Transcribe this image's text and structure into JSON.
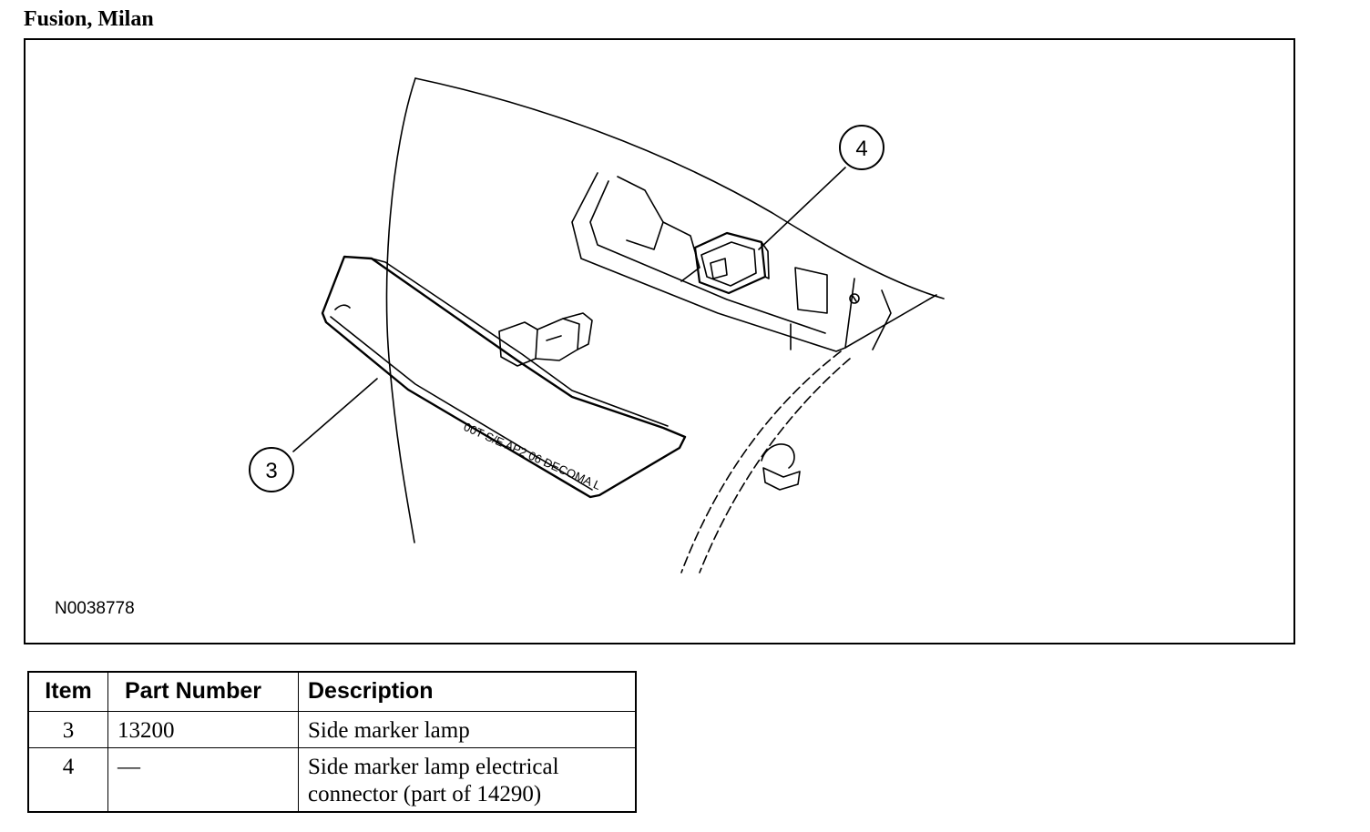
{
  "header": {
    "title": "Fusion, Milan"
  },
  "figure": {
    "reference_code": "N0038778",
    "lamp_lens_marking": "00T S/E AP2 06 DECOMA L",
    "callouts": [
      {
        "number": "3",
        "target": "side-marker-lamp"
      },
      {
        "number": "4",
        "target": "lamp-electrical-connector"
      }
    ]
  },
  "parts_table": {
    "columns": [
      "Item",
      "Part Number",
      "Description"
    ],
    "rows": [
      {
        "item": "3",
        "part_number": "13200",
        "description": "Side marker lamp"
      },
      {
        "item": "4",
        "part_number": "—",
        "description": "Side marker lamp electrical connector (part of 14290)"
      }
    ]
  }
}
